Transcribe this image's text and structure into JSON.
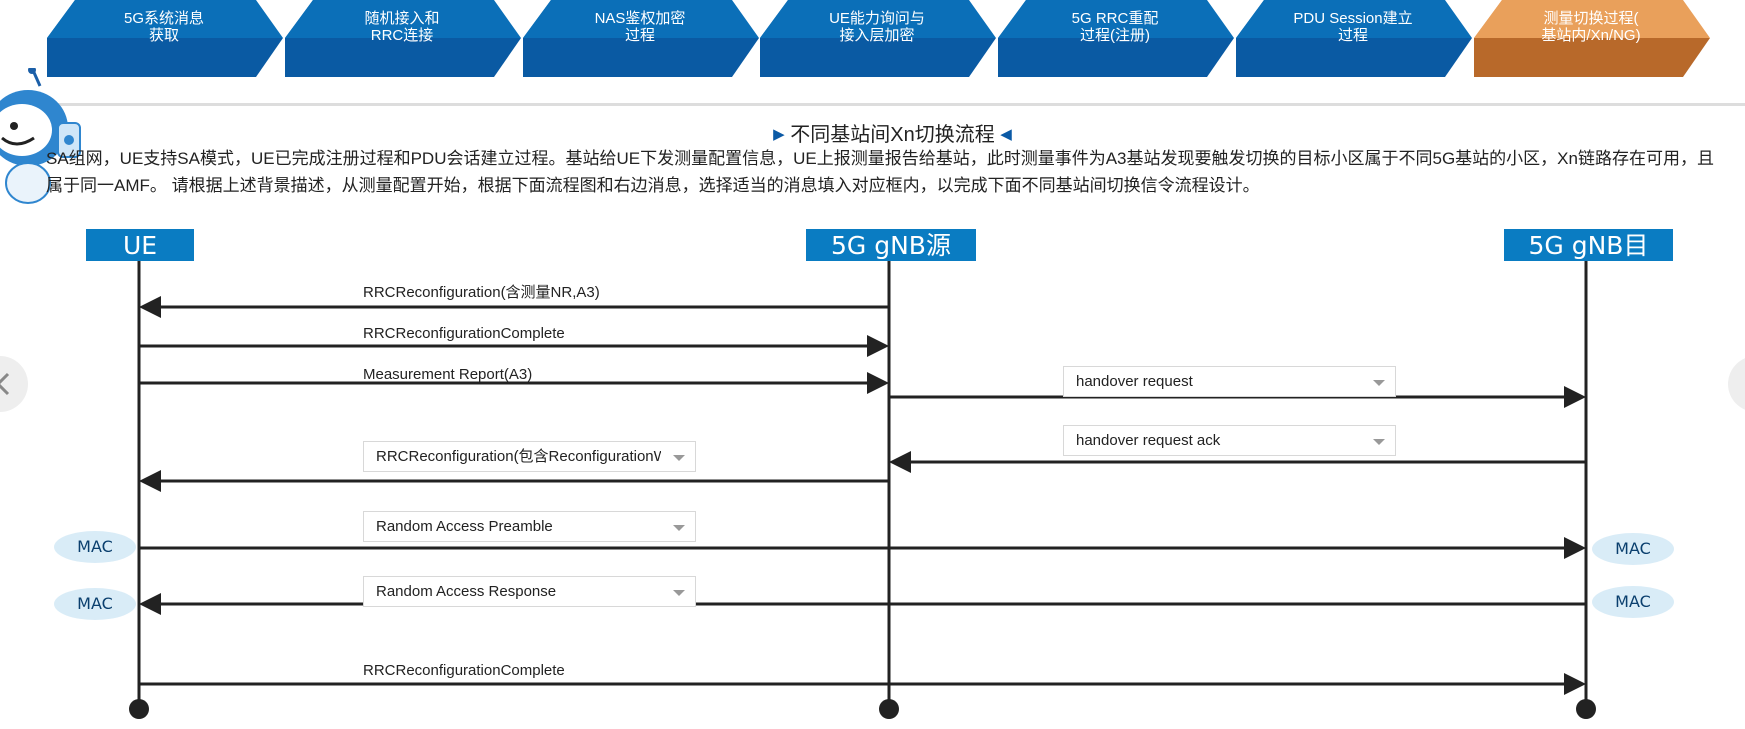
{
  "nav": {
    "steps": [
      {
        "label": "5G系统消息\n获取",
        "color": "#0b6fb8",
        "active": false
      },
      {
        "label": "随机接入和\nRRC连接",
        "color": "#0b6fb8",
        "active": false
      },
      {
        "label": "NAS鉴权加密\n过程",
        "color": "#0b6fb8",
        "active": false
      },
      {
        "label": "UE能力询问与\n接入层加密",
        "color": "#0b6fb8",
        "active": false
      },
      {
        "label": "5G RRC重配\n过程(注册)",
        "color": "#0b6fb8",
        "active": false
      },
      {
        "label": "PDU Session建立\n过程",
        "color": "#0b6fb8",
        "active": false
      },
      {
        "label": "测量切换过程(\n基站内/Xn/NG)",
        "color": "#e0893f",
        "active": true
      }
    ]
  },
  "title": "不同基站间Xn切换流程",
  "description": "SA组网，UE支持SA模式，UE已完成注册过程和PDU会话建立过程。基站给UE下发测量配置信息，UE上报测量报告给基站，此时测量事件为A3基站发现要触发切换的目标小区属于不同5G基站的小区，Xn链路存在可用，且属于同一AMF。 请根据上述背景描述，从测量配置开始，根据下面流程图和右边消息，选择适当的消息填入对应框内，以完成下面不同基站间切换信令流程设计。",
  "entities": {
    "ue": "UE",
    "source": "5G gNB源",
    "target": "5G gNB目"
  },
  "mac_label": "MAC",
  "messages": {
    "m1": "RRCReconfiguration(含测量NR,A3)",
    "m2": "RRCReconfigurationComplete",
    "m3": "Measurement Report(A3)",
    "m4": "handover request",
    "m5": "handover request ack",
    "m6": "RRCReconfiguration(包含ReconfigurationWi",
    "m7": "Random Access Preamble",
    "m8": "Random Access Response",
    "m9": "RRCReconfigurationComplete"
  },
  "colors": {
    "entity_blue": "#0a7cc2",
    "nav_blue": "#0b6fb8",
    "nav_dark": "#0a5aa3",
    "nav_active": "#e0893f",
    "mac_fill": "#d9ecf7",
    "line": "#222222"
  }
}
